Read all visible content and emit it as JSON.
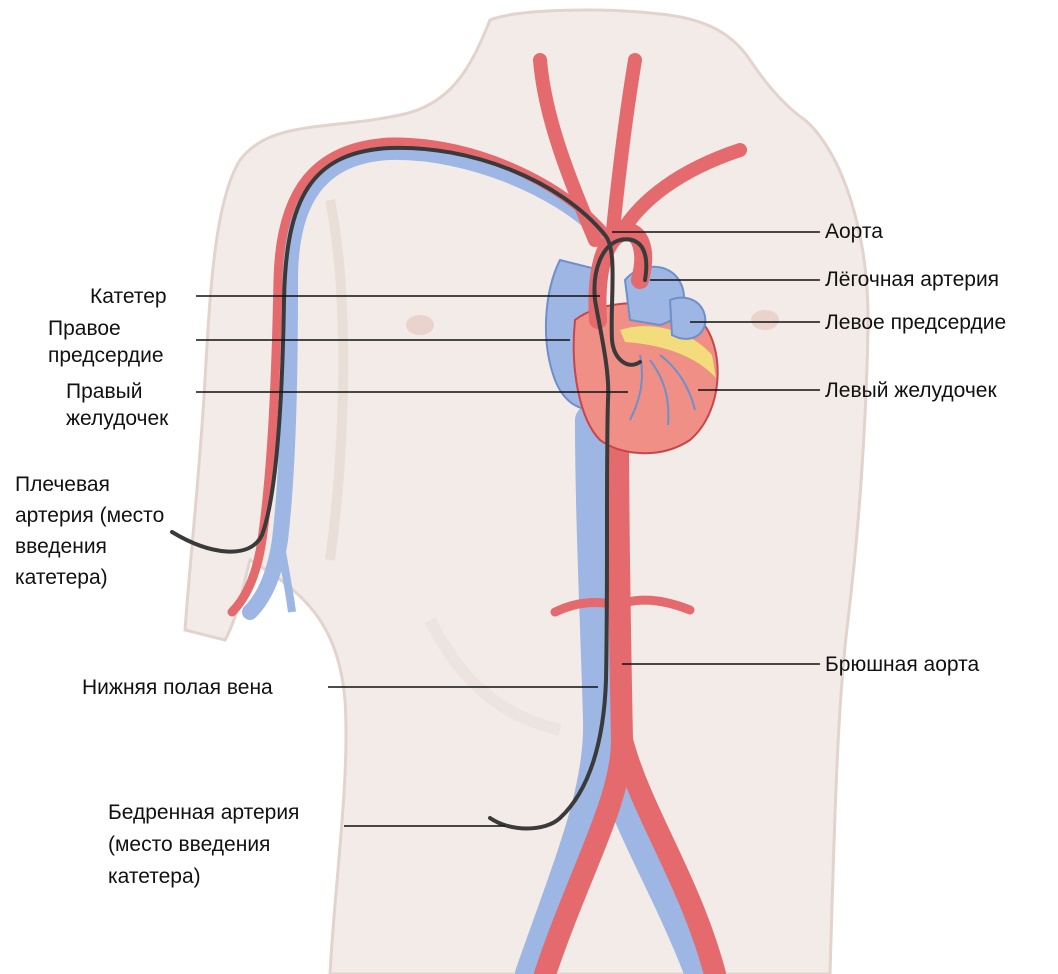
{
  "colors": {
    "skin": "#f3ebe7",
    "skin_shade": "#e2d3cd",
    "artery": "#e46a6d",
    "artery_dark": "#c9454c",
    "vein": "#9db6e3",
    "vein_dark": "#6f8fcb",
    "heart": "#ef8f86",
    "fat": "#f2dc7c",
    "catheter": "#3a3a3a",
    "leader": "#111111"
  },
  "labels": {
    "aorta": "Аорта",
    "pulmonary_artery": "Лёгочная артерия",
    "left_atrium": "Левое предсердие",
    "left_ventricle": "Левый желудочек",
    "abdominal_aorta": "Брюшная аорта",
    "catheter": "Катетер",
    "right_atrium_1": "Правое",
    "right_atrium_2": "предсердие",
    "right_ventricle_1": "Правый",
    "right_ventricle_2": "желудочек",
    "brachial_1": "Плечевая",
    "brachial_2": "артерия (место",
    "brachial_3": "введения",
    "brachial_4": "катетера)",
    "ivc": "Нижняя полая вена",
    "femoral_1": "Бедренная артерия",
    "femoral_2": "(место введения",
    "femoral_3": "катетера)"
  }
}
